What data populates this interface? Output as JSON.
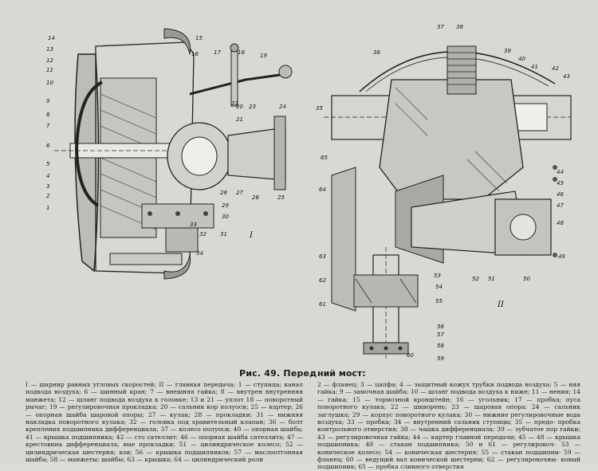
{
  "caption": {
    "left": "Рис. 49. Перед",
    "right": "ний мост:"
  },
  "figure_marks": {
    "left_roman": "I",
    "right_roman": "II",
    "left_callouts": [
      "14",
      "13",
      "12",
      "11",
      "10",
      "9",
      "8",
      "7",
      "6",
      "5",
      "4",
      "3",
      "2",
      "1",
      "15",
      "16",
      "17",
      "18",
      "19",
      "20",
      "21",
      "22",
      "23",
      "24",
      "25",
      "26",
      "27",
      "28",
      "29",
      "30",
      "31",
      "32",
      "33",
      "34"
    ],
    "right_callouts": [
      "35",
      "36",
      "37",
      "38",
      "39",
      "40",
      "41",
      "42",
      "43",
      "44",
      "45",
      "46",
      "47",
      "48",
      "49",
      "50",
      "51",
      "52",
      "53",
      "54",
      "55",
      "56",
      "57",
      "58",
      "59",
      "60",
      "61",
      "62",
      "63",
      "64",
      "65"
    ]
  },
  "legend": {
    "left": "I — шарнир равных угловых скоростей; II — главная передача; 1 — ступица; канал подвода воздуха; 6 — шинный кран; 7 — внешняя гайка; 8 — внутрен внутренняя манжета; 12 — шланг подвода воздуха к головке; 13 и 21 — уплот 18 — поворотный рычаг; 19 — регулировочная прокладка; 20 — сальник кор полуоси; 25 — картер; 26 — опорная шайба шаровой опоры; 27 — кулак; 28 — прокладки; 31 — нижняя накладка поворотного кулака; 32 — головка под хравительный клапан; 36 — болт крепления подшипника дифференциала; 37 — колесо полуоси; 40 — опорная шайба; 41 — крышка подшипника; 42 — сто сателлит; 46 — опорная шайба сателлита; 47 — крестовина дифференциала; вые прокладки; 51 — цилиндрическое колесо; 52 — цилиндрическая шестерня; ков; 56 — крышка подшипников; 57 — маслоотгонная шайба; 58 — манжеты; шайбы; 63 — крышка; 64 — цилиндрический роли",
    "right": "2 — фланец; 3 — цапфа; 4 — защитный кожух трубки подвода воздуха; 5 — няя гайка; 9 — замочная шайба; 10 — шланг подвода воздуха к ниже; 11 — нения; 14 — гайка; 15 — тормозной кронштейн; 16 — угольник; 17 — пробка; пуса поворотного кулака; 22 — шкворень; 23 — шаровая опора; 24 — сальник заглушка; 29 — корпус поворотного кулака; 30 — нижние регулировочные вода воздуха; 33 — пробка; 34 — внутренний сальник ступицы; 35 — предо- пробка контрольного отверстия; 38 — чашка дифференциала; 39 — зубчатое пор гайки; 43 — регулировочная гайка; 44 — картер главной передачи; 45 — 48 — крышка подшипника; 49 — стакан подшипника; 50 и 61 — регулировоч- 53 — коническое колесо; 54 — коническая шестерня; 55 — стакан подшипни- 59 — фланец; 60 — ведущий вал конической шестерни; 62 — регулировочны- ковый подшипник; 65 — пробка сливного отверстия"
  }
}
